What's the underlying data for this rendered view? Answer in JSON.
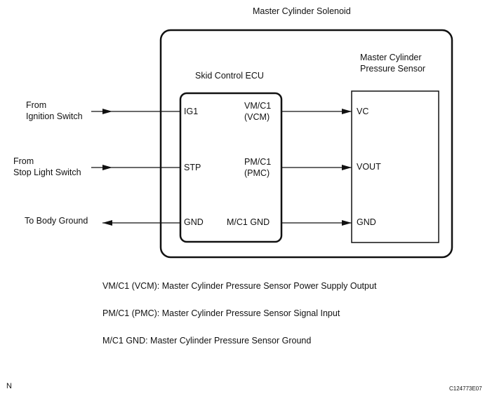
{
  "title": "Master Cylinder  Solenoid",
  "ecu": {
    "title": "Skid Control ECU",
    "pins_left": [
      "IG1",
      "STP",
      "GND"
    ],
    "pins_right": [
      {
        "line1": "VM/C1",
        "line2": "(VCM)"
      },
      {
        "line1": "PM/C1",
        "line2": "(PMC)"
      },
      {
        "line1": "M/C1 GND",
        "line2": ""
      }
    ]
  },
  "sensor": {
    "title_line1": "Master Cylinder",
    "title_line2": "Pressure Sensor",
    "pins": [
      "VC",
      "VOUT",
      "GND"
    ]
  },
  "external": {
    "ignition_line1": "From",
    "ignition_line2": "Ignition Switch",
    "stoplight_line1": "From",
    "stoplight_line2": "Stop Light Switch",
    "ground": "To Body Ground"
  },
  "legend": [
    "VM/C1 (VCM): Master Cylinder Pressure Sensor Power Supply Output",
    "PM/C1 (PMC): Master Cylinder Pressure Sensor Signal Input",
    "M/C1 GND: Master Cylinder Pressure Sensor Ground"
  ],
  "corner_left": "N",
  "figure_code": "C124773E07"
}
